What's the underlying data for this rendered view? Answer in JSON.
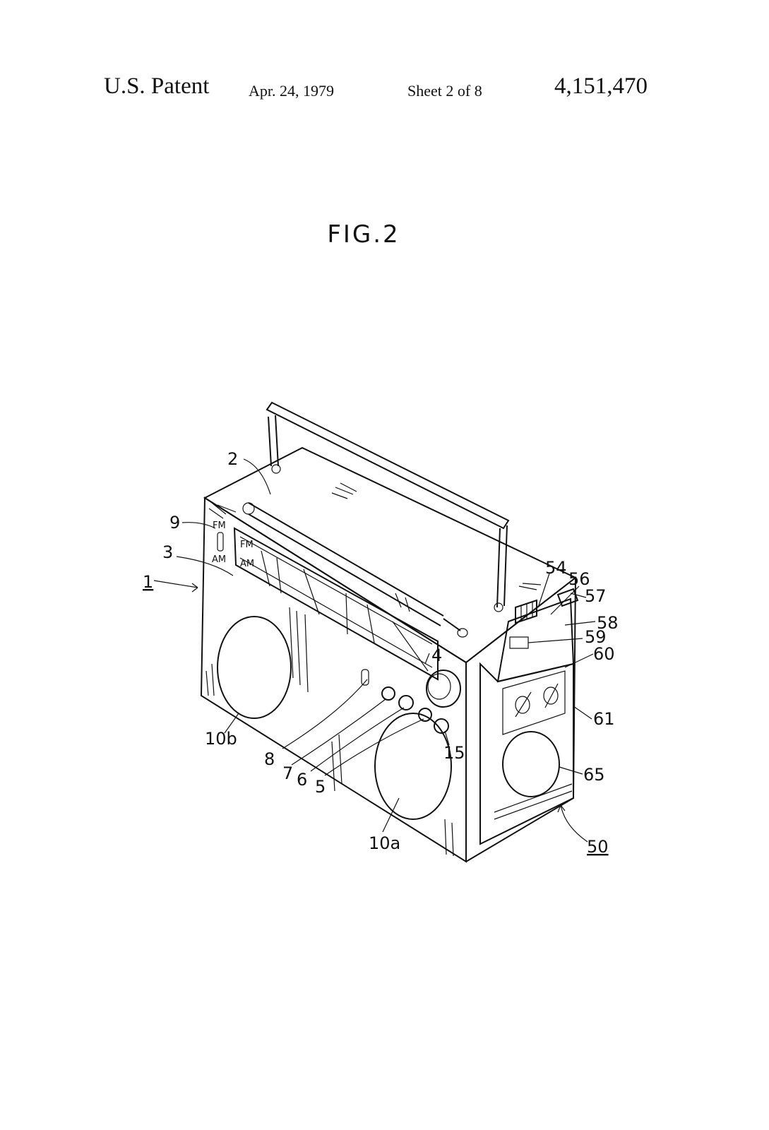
{
  "header": {
    "title": "U.S. Patent",
    "date": "Apr. 24, 1979",
    "sheet": "Sheet 2 of 8",
    "patent_number": "4,151,470"
  },
  "figure": {
    "title": "FIG.2",
    "panel_labels": {
      "fm_switch_top": "FM",
      "fm_switch_bottom": "AM",
      "dial_fm": "FM",
      "dial_am": "AM"
    },
    "reference_numerals": {
      "r1": "1",
      "r2": "2",
      "r3": "3",
      "r4": "4",
      "r5": "5",
      "r6": "6",
      "r7": "7",
      "r8": "8",
      "r9": "9",
      "r10a": "10a",
      "r10b": "10b",
      "r15": "15",
      "r50": "50",
      "r54": "54",
      "r56": "56",
      "r57": "57",
      "r58": "58",
      "r59": "59",
      "r60": "60",
      "r61": "61",
      "r65": "65"
    }
  }
}
